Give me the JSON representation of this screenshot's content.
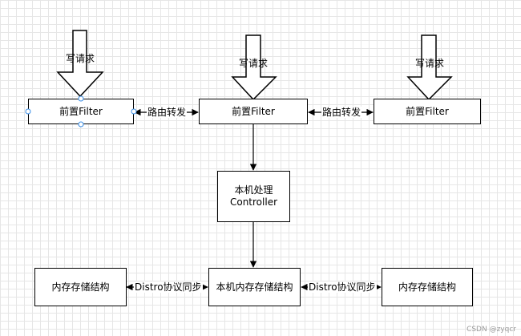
{
  "nodes": {
    "filter_left": "前置Filter",
    "filter_middle": "前置Filter",
    "filter_right": "前置Filter",
    "processor_line1": "本机处理",
    "processor_line2": "Controller",
    "storage_left": "内存存储结构",
    "storage_middle": "本机内存存储结构",
    "storage_right": "内存存储结构"
  },
  "arrows": {
    "write_left": "写请求",
    "write_middle": "写请求",
    "write_right": "写请求"
  },
  "edges": {
    "route_left": "路由转发",
    "route_right": "路由转发",
    "sync_left": "Distro协议同步",
    "sync_right": "Distro协议同步"
  },
  "watermark": "CSDN @zyqcr"
}
